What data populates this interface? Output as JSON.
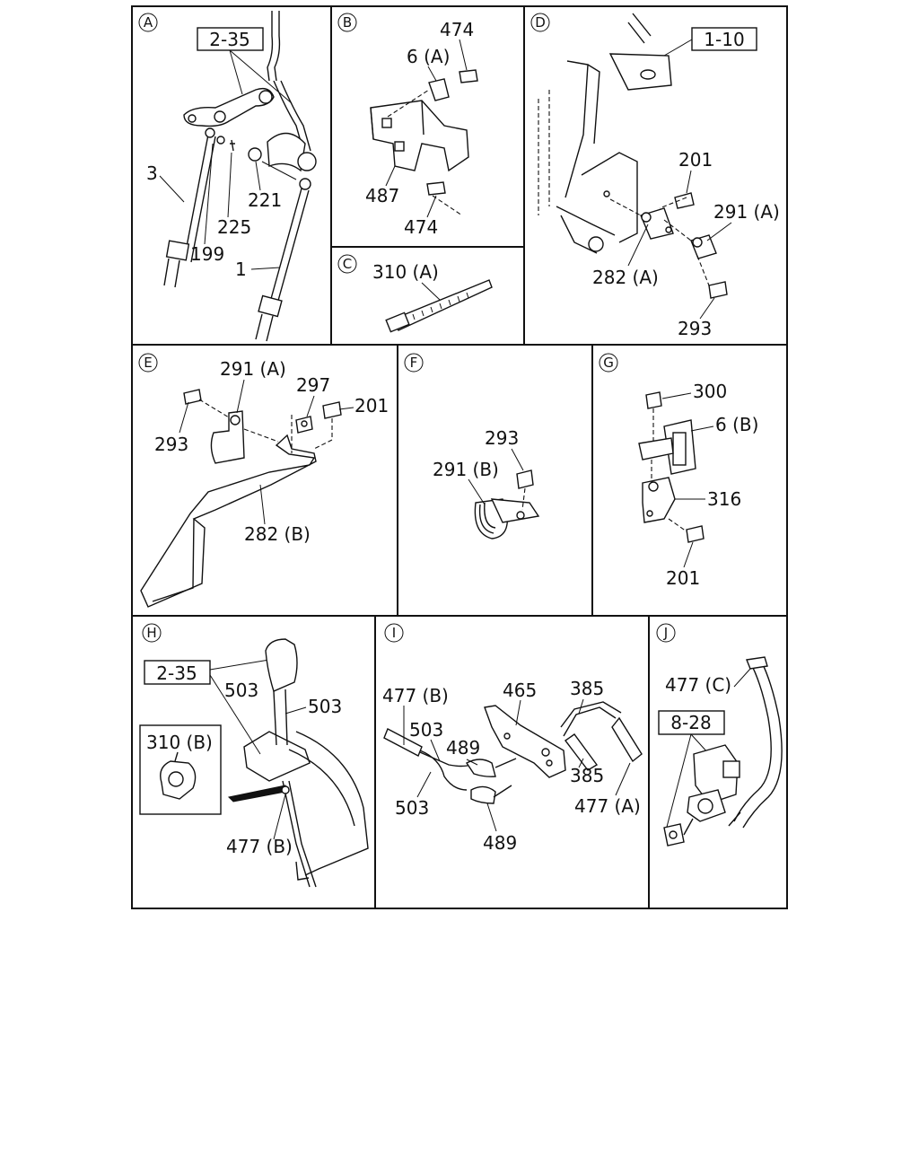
{
  "panels": {
    "A": {
      "letter": "A",
      "ref": "2-35",
      "parts": [
        "3",
        "199",
        "225",
        "221",
        "1"
      ]
    },
    "B": {
      "letter": "B",
      "parts": [
        "474",
        "6 (A)",
        "487",
        "474"
      ]
    },
    "C": {
      "letter": "C",
      "parts": [
        "310 (A)"
      ]
    },
    "D": {
      "letter": "D",
      "ref": "1-10",
      "parts": [
        "201",
        "291 (A)",
        "282 (A)",
        "293"
      ]
    },
    "E": {
      "letter": "E",
      "parts": [
        "291 (A)",
        "297",
        "201",
        "293",
        "282 (B)"
      ]
    },
    "F": {
      "letter": "F",
      "parts": [
        "293",
        "291 (B)"
      ]
    },
    "G": {
      "letter": "G",
      "parts": [
        "300",
        "6 (B)",
        "316",
        "201"
      ]
    },
    "H": {
      "letter": "H",
      "ref": "2-35",
      "parts": [
        "503",
        "503",
        "310 (B)",
        "477 (B)"
      ]
    },
    "I": {
      "letter": "I",
      "parts": [
        "477 (B)",
        "465",
        "385",
        "503",
        "489",
        "385",
        "503",
        "477 (A)",
        "489"
      ]
    },
    "J": {
      "letter": "J",
      "ref": "8-28",
      "parts": [
        "477 (C)"
      ]
    }
  }
}
